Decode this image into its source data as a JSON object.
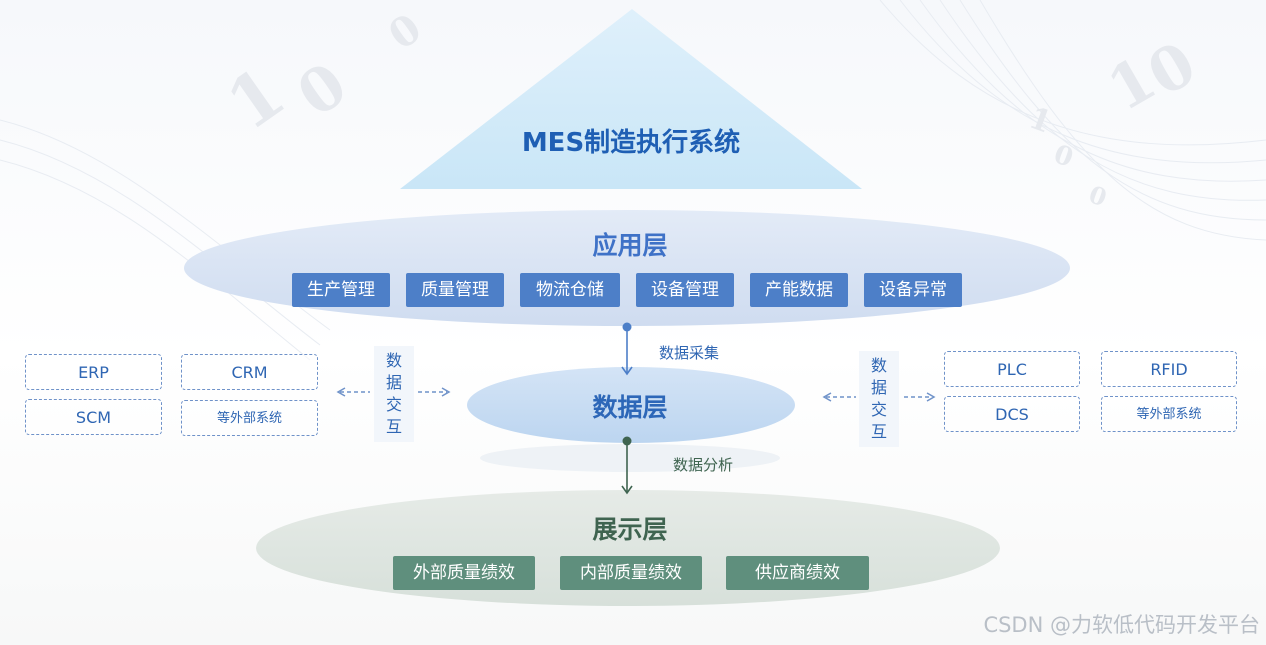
{
  "system_title": "MES制造执行系统",
  "application_layer": {
    "title": "应用层",
    "modules": [
      "生产管理",
      "质量管理",
      "物流仓储",
      "设备管理",
      "产能数据",
      "设备异常"
    ]
  },
  "data_layer": {
    "title": "数据层",
    "collect_label": "数据采集",
    "analyze_label": "数据分析"
  },
  "display_layer": {
    "title": "展示层",
    "items": [
      "外部质量绩效",
      "内部质量绩效",
      "供应商绩效"
    ]
  },
  "left_external": {
    "exchange_label": [
      "数",
      "据",
      "交",
      "互"
    ],
    "systems": [
      "ERP",
      "CRM",
      "SCM",
      "等外部系统"
    ]
  },
  "right_external": {
    "exchange_label": [
      "数",
      "据",
      "交",
      "互"
    ],
    "systems": [
      "PLC",
      "RFID",
      "DCS",
      "等外部系统"
    ]
  },
  "watermark": "CSDN @力软低代码开发平台",
  "colors": {
    "title_blue": "#1f5fb4",
    "module_blue": "#4d7fc8",
    "display_green": "#5f8f7d",
    "arrow_green": "#3f6450",
    "dashed_border": "#6f92c9"
  }
}
